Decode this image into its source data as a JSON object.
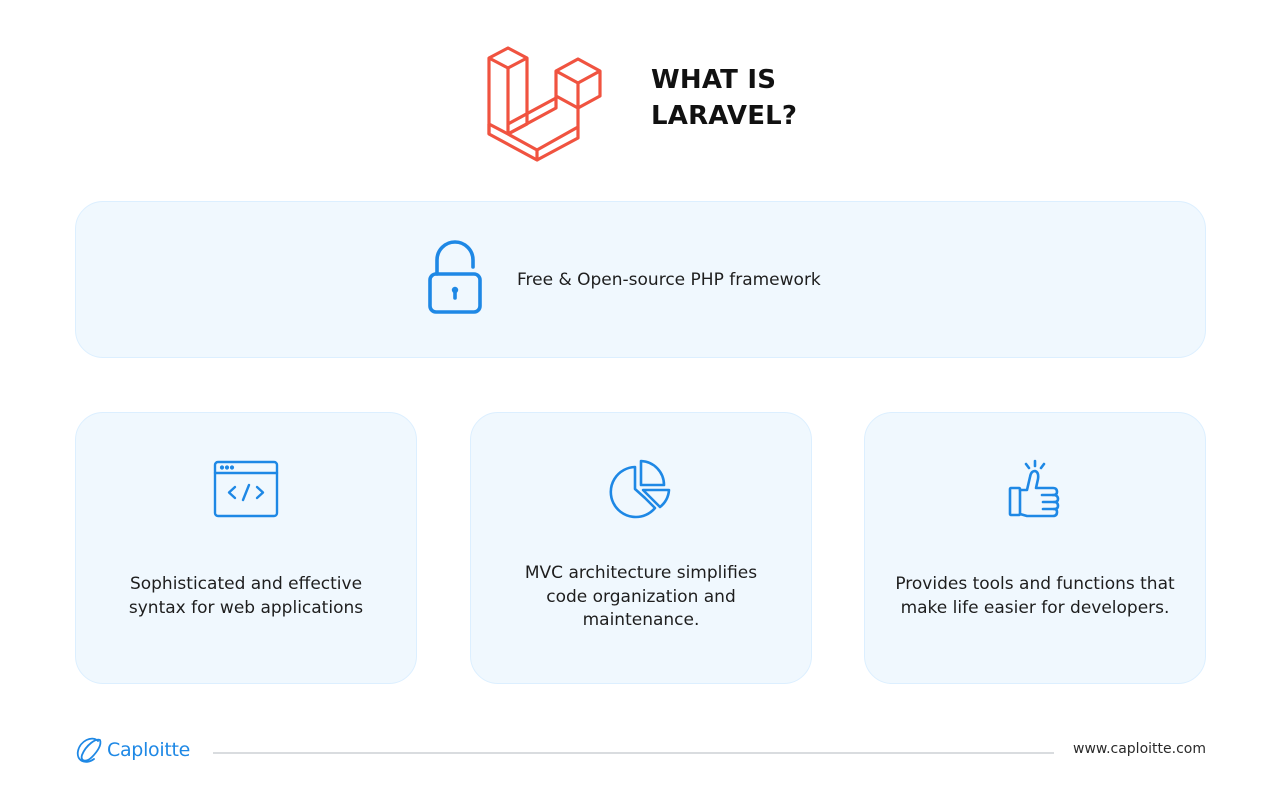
{
  "header": {
    "title_line1": "WHAT IS",
    "title_line2": "LARAVEL?",
    "logo_icon": "laravel-logo-icon"
  },
  "colors": {
    "laravel_red": "#f05340",
    "accent_blue": "#1e88e5",
    "card_bg": "#f0f8fe",
    "card_border": "#dcefff",
    "text": "#1e1e1e"
  },
  "top_card": {
    "icon": "unlocked-padlock-icon",
    "text": "Free & Open-source PHP framework"
  },
  "feature_cards": [
    {
      "icon": "code-window-icon",
      "line1": "Sophisticated and effective",
      "line2": "syntax for web applications"
    },
    {
      "icon": "pie-chart-icon",
      "line1": "MVC architecture simplifies",
      "line2": "code organization and",
      "line3": "maintenance."
    },
    {
      "icon": "thumbs-up-icon",
      "line1": "Provides tools and functions that",
      "line2": "make life easier for developers."
    }
  ],
  "footer": {
    "brand": "Caploitte",
    "url": "www.caploitte.com"
  }
}
